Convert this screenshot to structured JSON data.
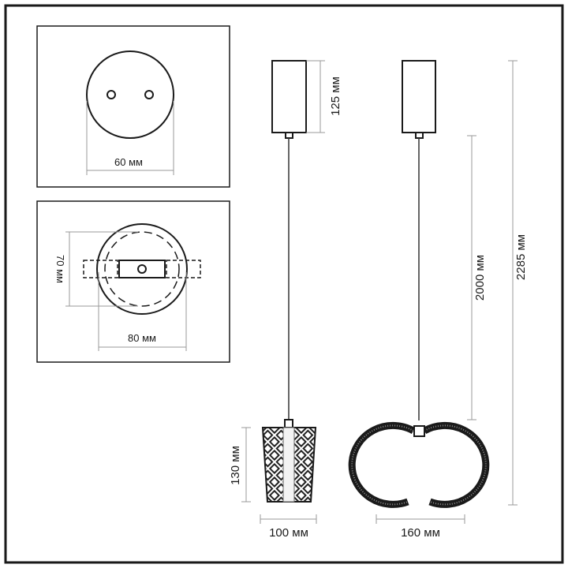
{
  "top_view": {
    "diameter_label": "60 мм"
  },
  "mount_view": {
    "height_label": "70 мм",
    "width_label": "80 мм"
  },
  "pendant_shade": {
    "canopy_height_label": "125 мм",
    "shade_height_label": "130 мм",
    "shade_width_label": "100 мм"
  },
  "pendant_ring": {
    "cable_length_label": "2000 мм",
    "total_height_label": "2285 мм",
    "ring_width_label": "160 мм"
  },
  "colors": {
    "line": "#1a1a1a",
    "dimension": "#9a9a9a"
  }
}
